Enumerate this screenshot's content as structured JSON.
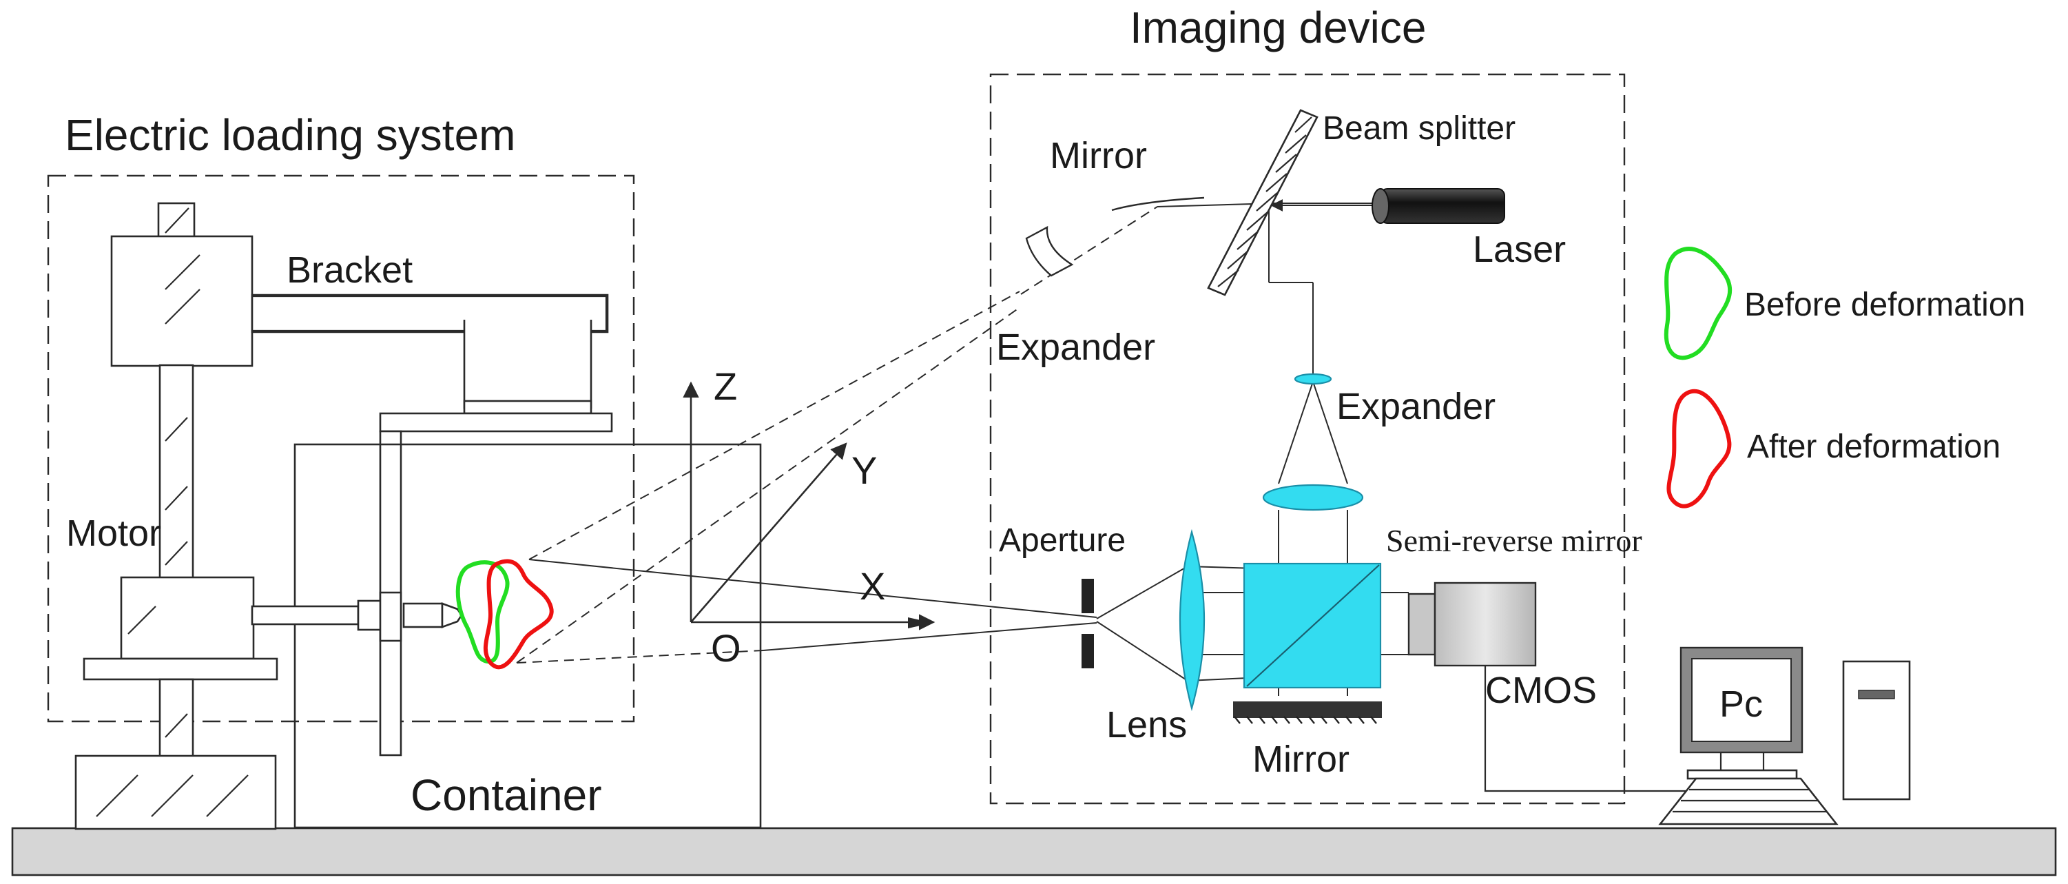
{
  "labels": {
    "imaging_device": "Imaging device",
    "electric_loading_system": "Electric loading system",
    "mirror_top": "Mirror",
    "beam_splitter": "Beam splitter",
    "laser": "Laser",
    "bracket": "Bracket",
    "expander_left": "Expander",
    "expander_right": "Expander",
    "axis_z": "Z",
    "axis_y": "Y",
    "axis_x": "X",
    "origin": "O",
    "motor": "Motor",
    "aperture": "Aperture",
    "semi_reverse_mirror": "Semi-reverse mirror",
    "cmos": "CMOS",
    "lens": "Lens",
    "mirror_bottom": "Mirror",
    "container": "Container",
    "pc": "Pc"
  },
  "legend": {
    "before": "Before deformation",
    "after": "After deformation"
  },
  "colors": {
    "before": "#22dd22",
    "after": "#ee1111",
    "optic_cyan": "#33dcf0",
    "ground": "#d6d6d6",
    "cmos_body": "#d0d0d0",
    "laser_body": "#222222"
  }
}
